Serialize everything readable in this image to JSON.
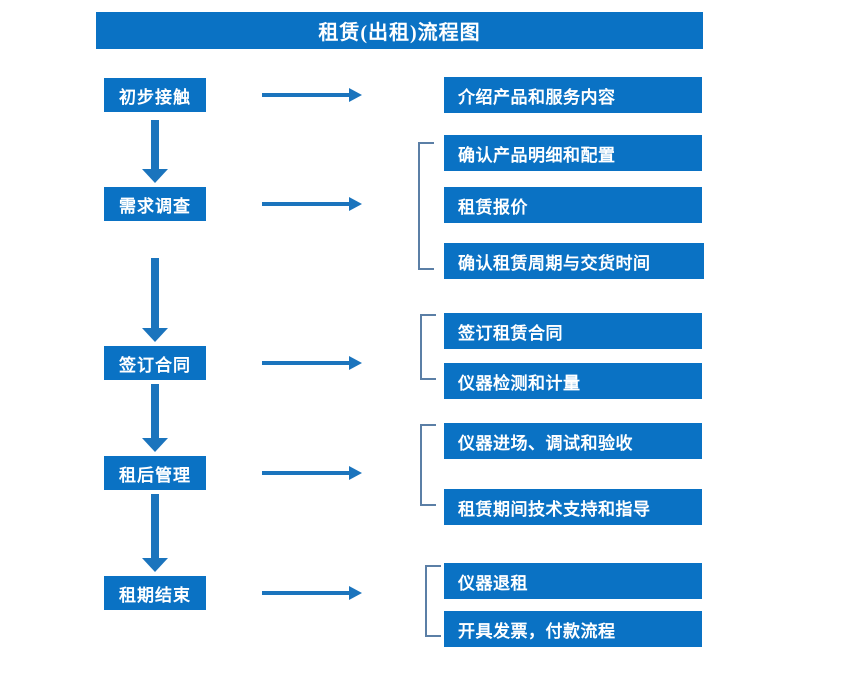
{
  "chart_data": {
    "type": "diagram",
    "title": "租赁(出租)流程图",
    "diagram_kind": "flowchart",
    "orientation": "vertical-with-branches",
    "stages": [
      {
        "label": "初步接触",
        "details": [
          "介绍产品和服务内容"
        ]
      },
      {
        "label": "需求调查",
        "details": [
          "确认产品明细和配置",
          "租赁报价",
          "确认租赁周期与交货时间"
        ]
      },
      {
        "label": "签订合同",
        "details": [
          "签订租赁合同",
          "仪器检测和计量"
        ]
      },
      {
        "label": "租后管理",
        "details": [
          "仪器进场、调试和验收",
          "租赁期间技术支持和指导"
        ]
      },
      {
        "label": "租期结束",
        "details": [
          "仪器退租",
          "开具发票，付款流程"
        ]
      }
    ]
  },
  "header": {
    "title": "租赁(出租)流程图"
  },
  "stages": [
    {
      "label": "初步接触"
    },
    {
      "label": "需求调查"
    },
    {
      "label": "签订合同"
    },
    {
      "label": "租后管理"
    },
    {
      "label": "租期结束"
    }
  ],
  "details": [
    {
      "label": "介绍产品和服务内容"
    },
    {
      "label": "确认产品明细和配置"
    },
    {
      "label": "租赁报价"
    },
    {
      "label": "确认租赁周期与交货时间"
    },
    {
      "label": "签订租赁合同"
    },
    {
      "label": "仪器检测和计量"
    },
    {
      "label": "仪器进场、调试和验收"
    },
    {
      "label": "租赁期间技术支持和指导"
    },
    {
      "label": "仪器退租"
    },
    {
      "label": "开具发票，付款流程"
    }
  ],
  "colors": {
    "box_fill": "#0a72c4",
    "box_text": "#ffffff",
    "arrow": "#1b74bd",
    "bracket": "#5b7fa6",
    "background": "#ffffff"
  }
}
